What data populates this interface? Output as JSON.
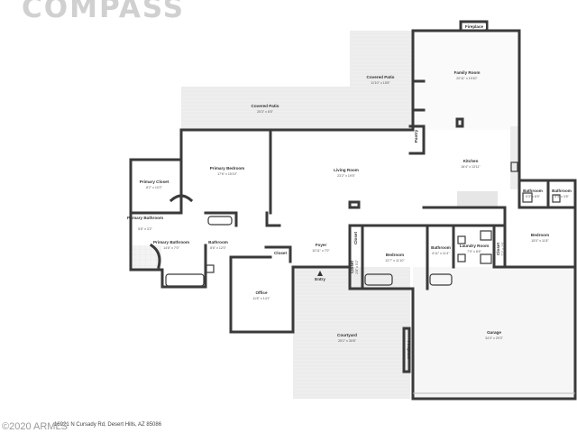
{
  "brand": {
    "logo_text": "COMPASS"
  },
  "address": "16921 N Cursady Rd, Desert Hills, AZ 85086",
  "watermark": "©2020 ARMLS",
  "rooms": {
    "family_room": {
      "name": "Family Room",
      "dims": "20'11\" x 19'10\""
    },
    "fireplace_top": {
      "name": "Fireplace"
    },
    "covered_patio_right": {
      "name": "Covered Patio",
      "dims": "11'10\" x 15'6\""
    },
    "covered_patio_left": {
      "name": "Covered Patio",
      "dims": "25'3\" x 8'5\""
    },
    "pantry": {
      "name": "Pantry"
    },
    "kitchen": {
      "name": "Kitchen",
      "dims": "16'4\" x 13'11\""
    },
    "primary_bedroom": {
      "name": "Primary Bedroom",
      "dims": "17'6\" x 15'10\""
    },
    "primary_closet": {
      "name": "Primary Closet",
      "dims": "8'2\" x 10'2\""
    },
    "living_room": {
      "name": "Living Room",
      "dims": "23'2\" x 19'5\""
    },
    "bathroom_right_1": {
      "name": "Bathroom",
      "dims": "5'3\" x 8'9\""
    },
    "bathroom_right_2": {
      "name": "Bathroom",
      "dims": "5'3\" x 3'8\""
    },
    "primary_bathroom_small": {
      "name": "Primary Bathroom",
      "dims": "5'6\" x 3'2\""
    },
    "primary_bathroom": {
      "name": "Primary Bathroom",
      "dims": "14'8\" x 7'0\""
    },
    "bathroom_left": {
      "name": "Bathroom",
      "dims": "8'6\" x 12'0\""
    },
    "foyer": {
      "name": "Foyer",
      "dims": "10'11\" x 7'0\""
    },
    "closet_left": {
      "name": "Closet"
    },
    "closet_mid": {
      "name": "Closet"
    },
    "closet_vertical": {
      "name": "Closet",
      "dims": "2'8\" x 5'2\""
    },
    "bedroom_mid": {
      "name": "Bedroom",
      "dims": "12'7\" x 11'10\""
    },
    "bathroom_mid": {
      "name": "Bathroom",
      "dims": "6'11\" x 11'4\""
    },
    "laundry_room": {
      "name": "Laundry Room",
      "dims": "7'9\" x 8'6\""
    },
    "closet_right": {
      "name": "Closet",
      "dims": "7'2\" x 2'6\""
    },
    "bedroom_right": {
      "name": "Bedroom",
      "dims": "15'0\" x 11'8\""
    },
    "office": {
      "name": "Office",
      "dims": "11'6\" x 14'1\""
    },
    "entry": {
      "name": "Entry"
    },
    "courtyard": {
      "name": "Courtyard",
      "dims": "25'1\" x 30'8\""
    },
    "fireplace_courtyard": {
      "name": "Fireplace"
    },
    "garage": {
      "name": "Garage",
      "dims": "34'4\" x 29'3\""
    }
  }
}
